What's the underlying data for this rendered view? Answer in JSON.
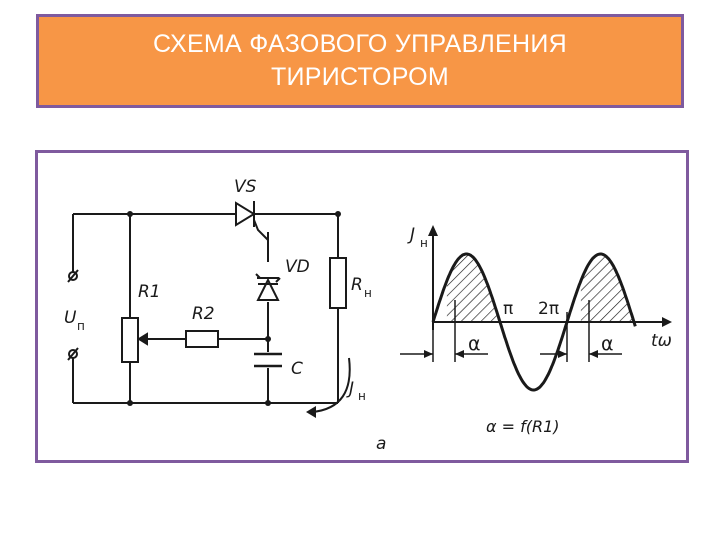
{
  "title": {
    "line1": "СХЕМА ФАЗОВОГО УПРАВЛЕНИЯ",
    "line2": "ТИРИСТОРОМ"
  },
  "circuit": {
    "vs": "VS",
    "vd": "VD",
    "r1": "R1",
    "r2": "R2",
    "c": "C",
    "rn_main": "R",
    "rn_sub": "н",
    "up_main": "U",
    "up_sub": "п",
    "jn_main": "J",
    "jn_sub": "н",
    "caption": "а"
  },
  "graph": {
    "y_main": "J",
    "y_sub": "н",
    "pi": "π",
    "two_pi": "2π",
    "alpha_left": "α",
    "alpha_right": "α",
    "t_axis": "tω",
    "formula": "α = f(R1)"
  }
}
